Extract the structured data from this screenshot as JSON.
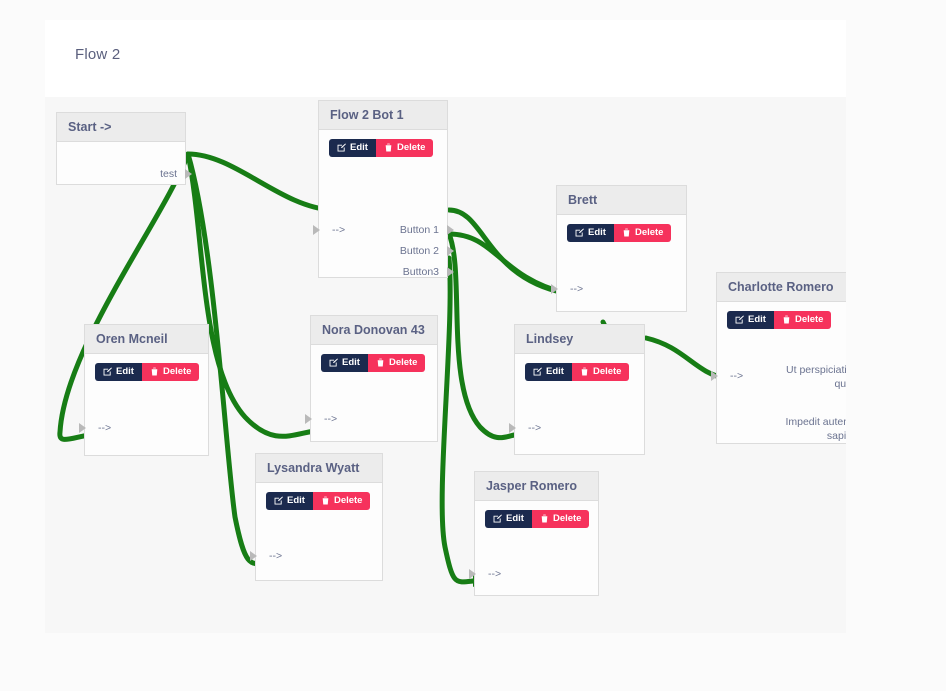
{
  "header": {
    "title": "Flow 2"
  },
  "theme": {
    "edge_color": "#177d15",
    "edit_bg": "#1b2a4e",
    "delete_bg": "#f6325c",
    "node_head_bg": "#ececec",
    "node_bg": "#fdfdfd",
    "canvas_bg": "#f7f7f7",
    "title_color": "#5a6183"
  },
  "buttons": {
    "edit_label": "Edit",
    "delete_label": "Delete",
    "edit_icon": "pencil-square-icon",
    "delete_icon": "trash-icon"
  },
  "nodes": [
    {
      "id": "start",
      "title": "Start ->",
      "has_actions": false,
      "inputs": [],
      "outputs": [
        "test"
      ]
    },
    {
      "id": "bot1",
      "title": "Flow 2 Bot 1",
      "has_actions": true,
      "inputs": [
        "-->"
      ],
      "outputs": [
        "Button 1",
        "Button 2",
        "Button3"
      ]
    },
    {
      "id": "oren",
      "title": "Oren Mcneil",
      "has_actions": true,
      "inputs": [
        "-->"
      ],
      "outputs": []
    },
    {
      "id": "nora",
      "title": "Nora Donovan 43",
      "has_actions": true,
      "inputs": [
        "-->"
      ],
      "outputs": []
    },
    {
      "id": "lysandra",
      "title": "Lysandra Wyatt",
      "has_actions": true,
      "inputs": [
        "-->"
      ],
      "outputs": []
    },
    {
      "id": "brett",
      "title": "Brett",
      "has_actions": true,
      "inputs": [
        "-->"
      ],
      "outputs": []
    },
    {
      "id": "lindsey",
      "title": "Lindsey",
      "has_actions": true,
      "inputs": [
        "-->"
      ],
      "outputs": []
    },
    {
      "id": "jasper",
      "title": "Jasper Romero",
      "has_actions": true,
      "inputs": [
        "-->"
      ],
      "outputs": []
    },
    {
      "id": "charlotte",
      "title": "Charlotte Romero",
      "has_actions": true,
      "inputs": [
        "-->"
      ],
      "outputs": [
        "Ut perspiciatis qua",
        "Impedit autem sapie"
      ]
    }
  ],
  "connections": [
    {
      "from": "start.test",
      "to": "bot1.in"
    },
    {
      "from": "start.test",
      "to": "oren.in"
    },
    {
      "from": "start.test",
      "to": "nora.in"
    },
    {
      "from": "start.test",
      "to": "lysandra.in"
    },
    {
      "from": "bot1.Button 1",
      "to": "brett.in"
    },
    {
      "from": "bot1.Button 2",
      "to": "brett.in"
    },
    {
      "from": "bot1.Button 2",
      "to": "lindsey.in"
    },
    {
      "from": "bot1.Button3",
      "to": "jasper.in"
    },
    {
      "from": "brett.out",
      "to": "lindsey.in"
    },
    {
      "from": "lindsey.out",
      "to": "charlotte.in"
    }
  ]
}
